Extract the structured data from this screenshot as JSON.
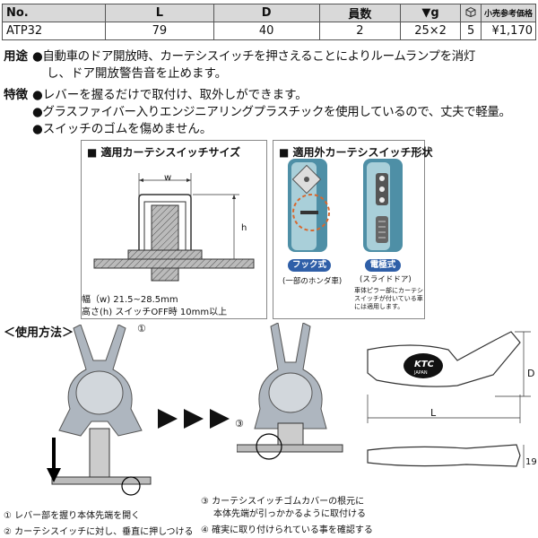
{
  "table": {
    "headers": {
      "no": "No.",
      "l": "L",
      "d": "D",
      "count": "員数",
      "g": "▼g",
      "price": "小売参考価格"
    },
    "row": {
      "no": "ATP32",
      "l": "79",
      "d": "40",
      "count": "2",
      "g": "25×2",
      "qty": "5",
      "price": "¥1,170"
    }
  },
  "usage": {
    "label": "用途",
    "line1": "●自動車のドア開放時、カーテシスイッチを押さえることによりルームランプを消灯",
    "line2": "し、ドア開放警告音を止めます。"
  },
  "features": {
    "label": "特徴",
    "items": [
      "●レバーを握るだけで取付け、取外しができます。",
      "●グラスファイバー入りエンジニアリングプラスチックを使用しているので、丈夫で軽量。",
      "●スイッチのゴムを傷めません。"
    ]
  },
  "left_panel": {
    "title": "■ 適用カーテシスイッチサイズ",
    "w_label": "w",
    "h_label": "h",
    "spec1": "幅（w) 21.5~28.5mm",
    "spec2": "高さ(h) スイッチOFF時 10mm以上"
  },
  "right_panel": {
    "title": "■ 適用外カーテシスイッチ形状",
    "hook_badge": "フック式",
    "hook_note": "(一部のホンダ車)",
    "elec_badge": "電極式",
    "elec_sub": "(スライドドア)",
    "elec_note1": "車体ピラー部にカーテシ",
    "elec_note2": "スイッチが付いている車",
    "elec_note3": "には適用します。"
  },
  "howto": {
    "title": "＜使用方法＞",
    "n1": "①",
    "n3": "③",
    "step1": "① レバー部を握り本体先端を開く",
    "step2": "② カーテシスイッチに対し、垂直に押しつける",
    "step3a": "③ カーテシスイッチゴムカバーの根元に",
    "step3b": "本体先端が引っかかるように取付ける",
    "step4": "④ 確実に取り付けられている事を確認する"
  },
  "dims": {
    "logo": "KTC",
    "logo_sub": "JAPAN",
    "d": "D",
    "l": "L",
    "h19": "19"
  }
}
